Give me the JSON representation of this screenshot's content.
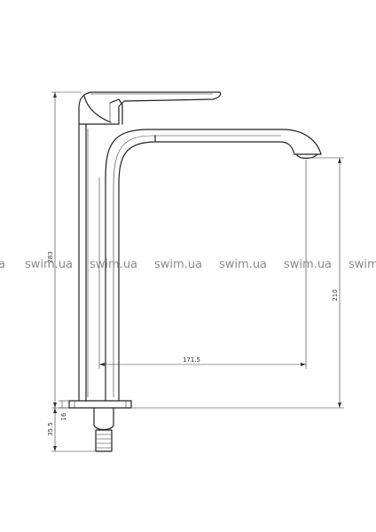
{
  "watermark": {
    "items": [
      "a",
      "swim.ua",
      "swim.ua",
      "swim.ua",
      "swim.ua",
      "swim.ua",
      "swim"
    ]
  },
  "dimensions": {
    "total_height": "283",
    "spout_height": "210",
    "spout_reach": "171.5",
    "base_thickness": "16",
    "shank_length": "35.5"
  }
}
